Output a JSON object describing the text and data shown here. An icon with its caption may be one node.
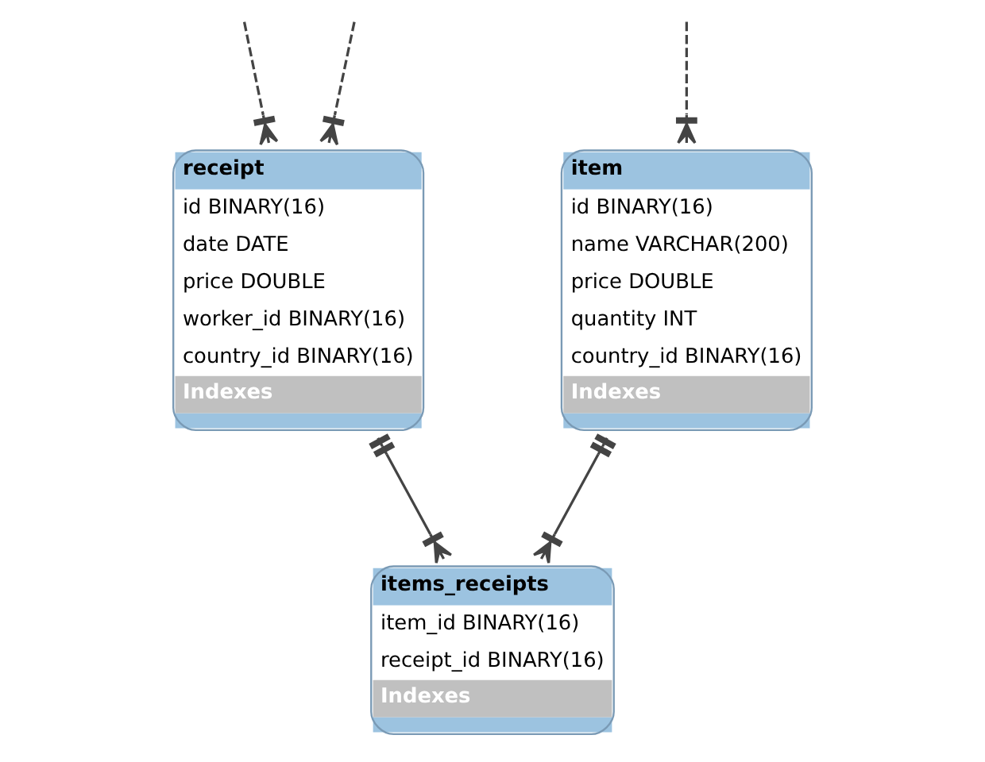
{
  "diagram": {
    "nodes": [
      {
        "text": [
          "item",
          "id BINARY(16)",
          "name VARCHAR(200)",
          "price DOUBLE",
          "quantity INT",
          "country_id BINARY(16)",
          "Indexes"
        ]
      },
      {
        "text": [
          "receipt",
          "id BINARY(16)",
          "date DATE",
          "price DOUBLE",
          "worker_id BINARY(16)",
          "country_id BINARY(16)",
          "Indexes"
        ]
      },
      {
        "text": [
          "items_receipts",
          "item_id BINARY(16)",
          "receipt_id BINARY(16)",
          "Indexes"
        ]
      }
    ],
    "edges": [
      {
        "from": null,
        "to": 0,
        "arrow": "other",
        "style": "dashed"
      },
      {
        "from": null,
        "to": 1,
        "arrow": "other",
        "style": "dashed"
      },
      {
        "from": null,
        "to": 1,
        "arrow": "other",
        "style": "dashed"
      },
      {
        "from": 0,
        "to": 2,
        "arrow": "other"
      },
      {
        "from": 1,
        "to": 2,
        "arrow": "other"
      }
    ]
  }
}
